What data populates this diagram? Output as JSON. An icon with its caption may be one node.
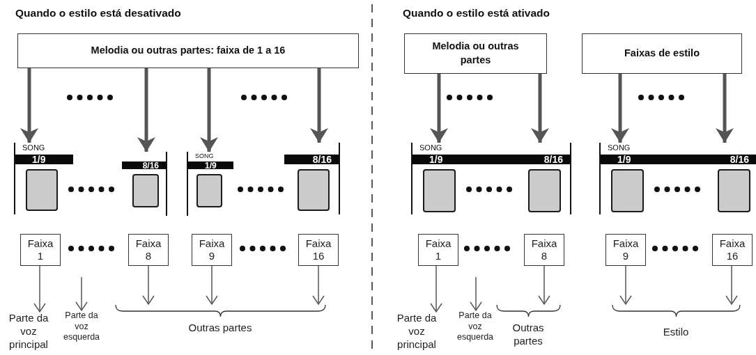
{
  "diagram": {
    "nodes": [
      {
        "text": [
          "Melodia ou outras partes: faixa de 1 a 16"
        ]
      },
      {
        "text": [
          "SONG",
          "1/9"
        ]
      },
      {
        "text": [],
        "shape": "box",
        "in": 1
      },
      {
        "text": [
          "8/16"
        ]
      },
      {
        "text": [],
        "shape": "box",
        "in": 3
      },
      {
        "text": [
          "SONG",
          "1/9"
        ]
      },
      {
        "text": [],
        "shape": "box",
        "in": 5
      },
      {
        "text": [
          "8/16"
        ]
      },
      {
        "text": [],
        "shape": "box",
        "in": 7
      },
      {
        "text": [
          "Faixa 1"
        ]
      },
      {
        "text": [
          "Faixa 8"
        ]
      },
      {
        "text": [
          "Faixa 9"
        ]
      },
      {
        "text": [
          "Faixa 16"
        ]
      },
      {
        "text": [
          "Parte da voz principal"
        ]
      },
      {
        "text": [
          "Parte da voz esquerda"
        ]
      },
      {
        "text": [
          "Melodia ou outras partes"
        ]
      },
      {
        "text": [
          "Faixas de estilo"
        ]
      },
      {
        "text": [
          "SONG",
          "1/9",
          "8/16"
        ]
      },
      {
        "text": [],
        "shape": "box",
        "in": 17
      },
      {
        "text": [],
        "shape": "box",
        "in": 17
      },
      {
        "text": [
          "SONG",
          "1/9",
          "8/16"
        ]
      },
      {
        "text": [],
        "shape": "box",
        "in": 20
      },
      {
        "text": [],
        "shape": "box",
        "in": 20
      },
      {
        "text": [
          "Faixa 1"
        ]
      },
      {
        "text": [
          "Faixa 8"
        ]
      },
      {
        "text": [
          "Faixa 9"
        ]
      },
      {
        "text": [
          "Faixa 16"
        ]
      },
      {
        "text": [
          "Parte da voz principal"
        ]
      },
      {
        "text": [
          "Parte da voz esquerda"
        ]
      },
      {
        "text": [],
        "shape": "brace"
      },
      {
        "text": [],
        "shape": "brace"
      },
      {
        "text": [],
        "shape": "brace"
      }
    ],
    "edges": [
      {
        "from": 0,
        "to": 1,
        "arrow": "to",
        "style": "thick"
      },
      {
        "from": 0,
        "to": 3,
        "arrow": "to",
        "style": "thick"
      },
      {
        "from": 0,
        "to": 5,
        "arrow": "to",
        "style": "thick"
      },
      {
        "from": 0,
        "to": 7,
        "arrow": "to",
        "style": "thick"
      },
      {
        "from": 15,
        "to": 17,
        "arrow": "to",
        "style": "thick"
      },
      {
        "from": 15,
        "to": 17,
        "arrow": "to",
        "style": "thick"
      },
      {
        "from": 16,
        "to": 20,
        "arrow": "to",
        "style": "thick"
      },
      {
        "from": 16,
        "to": 20,
        "arrow": "to",
        "style": "thick"
      },
      {
        "from": 9,
        "to": 13,
        "arrow": "to"
      },
      {
        "from": null,
        "to": 14,
        "arrow": "to"
      },
      {
        "from": 10,
        "to": 29,
        "arrow": "to"
      },
      {
        "from": 11,
        "to": 29,
        "arrow": "to"
      },
      {
        "from": 12,
        "to": 29,
        "arrow": "to"
      },
      {
        "from": 23,
        "to": 27,
        "arrow": "to"
      },
      {
        "from": null,
        "to": 28,
        "arrow": "to"
      },
      {
        "from": 24,
        "to": 30,
        "arrow": "to"
      },
      {
        "from": 25,
        "to": 31,
        "arrow": "to"
      },
      {
        "from": 26,
        "to": 31,
        "arrow": "to"
      }
    ],
    "labels": [
      "Quando o estilo está desativado",
      "Quando o estilo está ativado",
      "Outras partes",
      "Outras partes",
      "Estilo"
    ]
  }
}
